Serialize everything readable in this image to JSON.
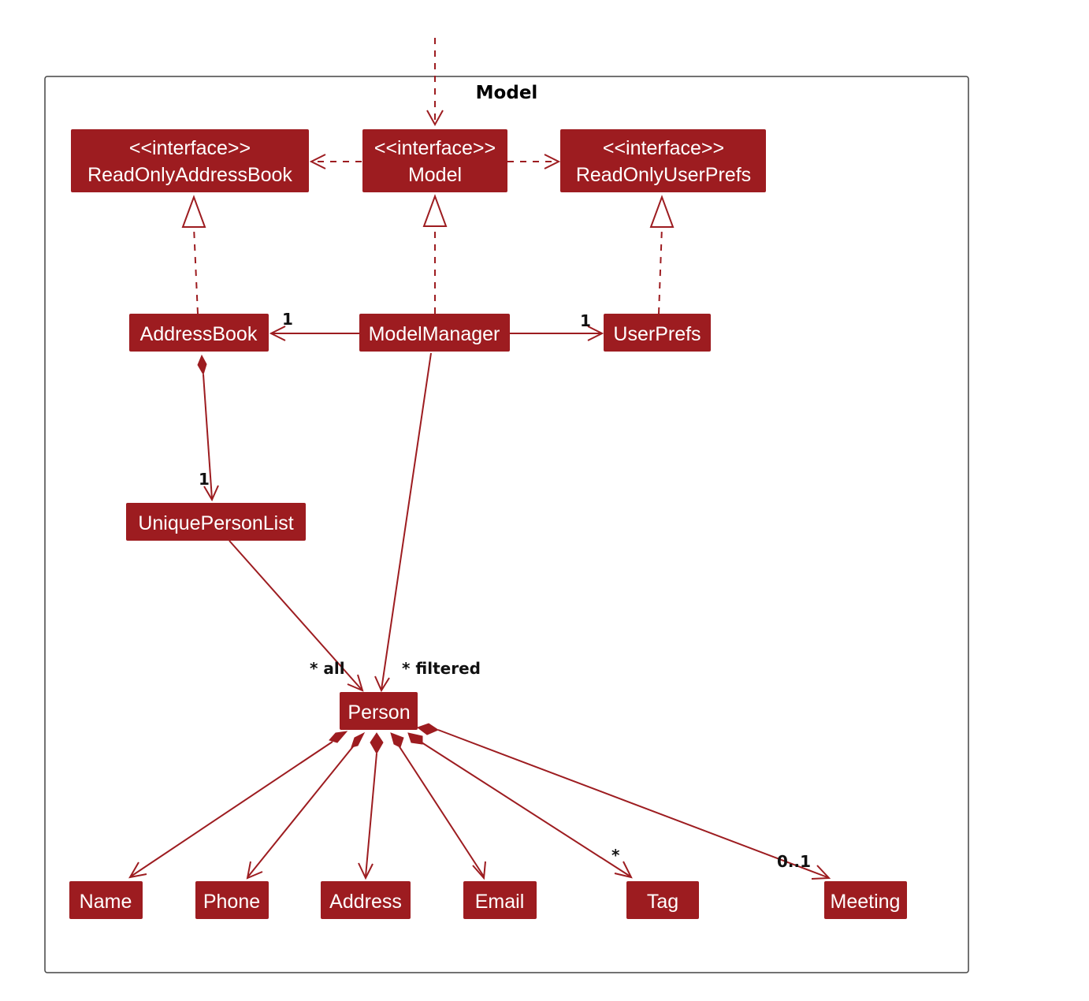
{
  "package": {
    "title": "Model"
  },
  "classes": {
    "read_only_address_book": {
      "stereotype": "<<interface>>",
      "name": "ReadOnlyAddressBook"
    },
    "model": {
      "stereotype": "<<interface>>",
      "name": "Model"
    },
    "read_only_user_prefs": {
      "stereotype": "<<interface>>",
      "name": "ReadOnlyUserPrefs"
    },
    "address_book": {
      "name": "AddressBook"
    },
    "model_manager": {
      "name": "ModelManager"
    },
    "user_prefs": {
      "name": "UserPrefs"
    },
    "unique_person_list": {
      "name": "UniquePersonList"
    },
    "person": {
      "name": "Person"
    },
    "name": {
      "name": "Name"
    },
    "phone": {
      "name": "Phone"
    },
    "address": {
      "name": "Address"
    },
    "email": {
      "name": "Email"
    },
    "tag": {
      "name": "Tag"
    },
    "meeting": {
      "name": "Meeting"
    }
  },
  "multiplicities": {
    "address_book": "1",
    "user_prefs": "1",
    "unique_person_list": "1",
    "person_all": "* all",
    "person_filtered": "* filtered",
    "tag": "*",
    "meeting": "0..1"
  },
  "colors": {
    "class_fill": "#9d1c20",
    "class_text": "#ffffff",
    "edge": "#9d1c20"
  }
}
